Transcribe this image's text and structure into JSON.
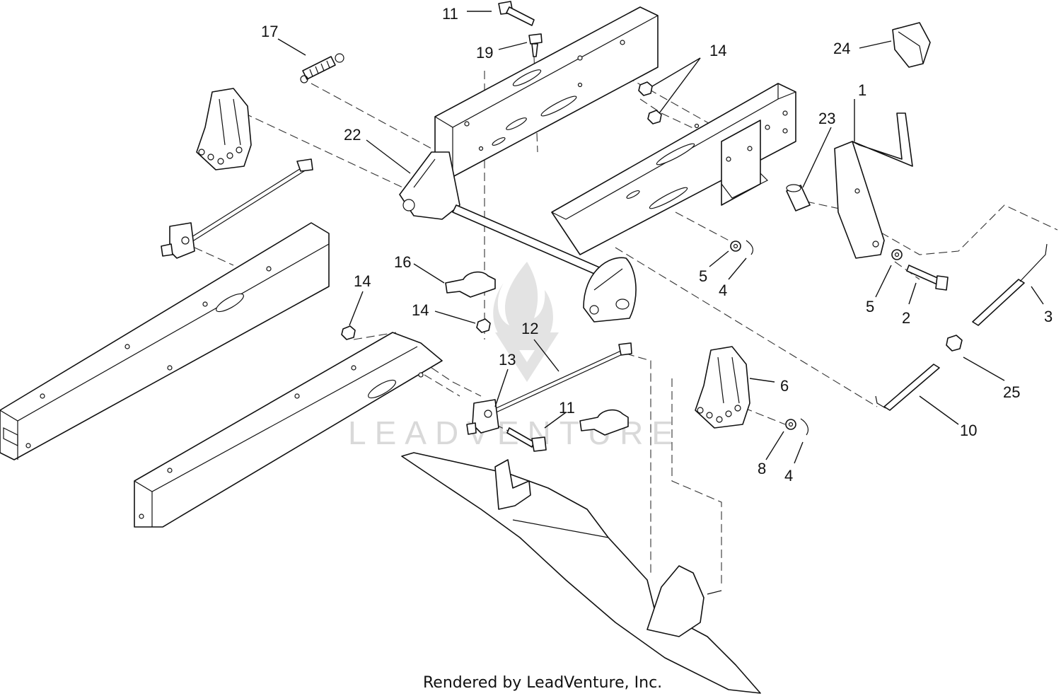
{
  "watermark": {
    "brand": "LEADVENTURE"
  },
  "credit": "Rendered by LeadVenture, Inc.",
  "callouts": [
    {
      "id": "c1",
      "label": "1"
    },
    {
      "id": "c2",
      "label": "2"
    },
    {
      "id": "c3",
      "label": "3"
    },
    {
      "id": "c4a",
      "label": "4"
    },
    {
      "id": "c4b",
      "label": "4"
    },
    {
      "id": "c5a",
      "label": "5"
    },
    {
      "id": "c5b",
      "label": "5"
    },
    {
      "id": "c6",
      "label": "6"
    },
    {
      "id": "c8",
      "label": "8"
    },
    {
      "id": "c10",
      "label": "10"
    },
    {
      "id": "c11a",
      "label": "11"
    },
    {
      "id": "c11b",
      "label": "11"
    },
    {
      "id": "c12",
      "label": "12"
    },
    {
      "id": "c13",
      "label": "13"
    },
    {
      "id": "c14a",
      "label": "14"
    },
    {
      "id": "c14b",
      "label": "14"
    },
    {
      "id": "c14c",
      "label": "14"
    },
    {
      "id": "c16",
      "label": "16"
    },
    {
      "id": "c17",
      "label": "17"
    },
    {
      "id": "c19",
      "label": "19"
    },
    {
      "id": "c22",
      "label": "22"
    },
    {
      "id": "c23",
      "label": "23"
    },
    {
      "id": "c24",
      "label": "24"
    },
    {
      "id": "c25",
      "label": "25"
    }
  ]
}
